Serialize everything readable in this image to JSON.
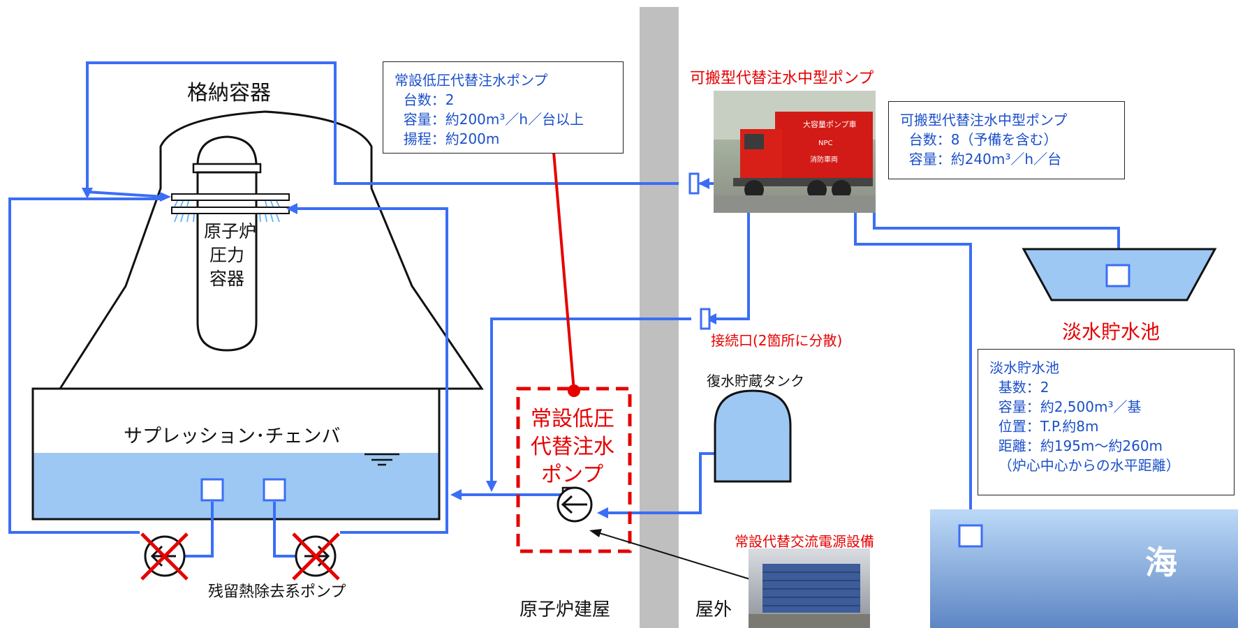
{
  "colors": {
    "pipe": "#3b6ef5",
    "red": "#e60000",
    "water": "#9cc8f3",
    "building_wall": "#bfbfbf",
    "sea_top": "#bcd9f7",
    "sea_bottom": "#5d86c4",
    "label_blue": "#1a4fc9"
  },
  "labels": {
    "containment": "格納容器",
    "rpv": [
      "原子炉",
      "圧力",
      "容器"
    ],
    "suppression_chamber": "サプレッション･チェンバ",
    "rhr_pump": "残留熱除去系ポンプ",
    "reactor_building": "原子炉建屋",
    "outdoor": "屋外",
    "portable_pump_title": "可搬型代替注水中型ポンプ",
    "connection_port": "接続口(2箇所に分散)",
    "condensate_tank": "復水貯蔵タンク",
    "permanent_pump": [
      "常設低圧",
      "代替注水",
      "ポンプ"
    ],
    "ac_power": "常設代替交流電源設備",
    "freshwater_pond": "淡水貯水池",
    "sea": "海"
  },
  "info_boxes": {
    "permanent_pump": {
      "lines": [
        "常設低圧代替注水ポンプ",
        "  台数：2",
        "  容量：約200m³／h／台以上",
        "  揚程：約200m"
      ]
    },
    "portable_pump": {
      "lines": [
        "可搬型代替注水中型ポンプ",
        "  台数：8（予備を含む）",
        "  容量：約240m³／h／台"
      ]
    },
    "pond": {
      "lines": [
        "淡水貯水池",
        "  基数：2",
        "  容量：約2,500m³／基",
        "  位置：T.P.約8m",
        "  距離：約195m～約260m",
        "  （炉心中心からの水平距離）"
      ]
    }
  },
  "photos": {
    "truck_text": [
      "大容量ポンプ車",
      "NPC",
      "消防車両"
    ]
  }
}
